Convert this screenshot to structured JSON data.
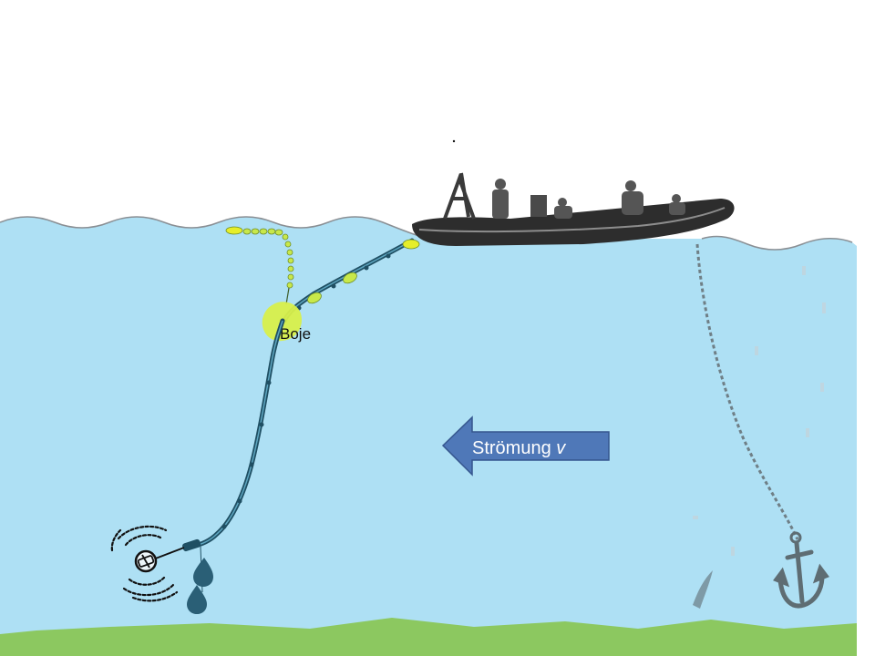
{
  "labels": {
    "buoy": "Boje",
    "current_word": "Strömung",
    "current_symbol": "v"
  },
  "colors": {
    "background": "#ffffff",
    "water": "#aee0f4",
    "water_line": "#8a8f94",
    "seabed": "#8cc860",
    "arrow_fill": "#4f78b8",
    "arrow_stroke": "#35568e",
    "arrow_text": "#ffffff",
    "buoy": "#d8ef4a",
    "float_yellow": "#e6ee2a",
    "float_green": "#c8e84a",
    "cable": "#1f4f63",
    "chain": "#6f7f86",
    "anchor": "#5e6d73",
    "boat_hull": "#2d2d2d",
    "crew": "#555555",
    "label_text": "#111111"
  },
  "icons": {
    "boat": "inflatable-boat-icon",
    "anchor": "anchor-icon",
    "sonar": "sonar-transducer-icon",
    "weight": "drop-weight-icon"
  }
}
